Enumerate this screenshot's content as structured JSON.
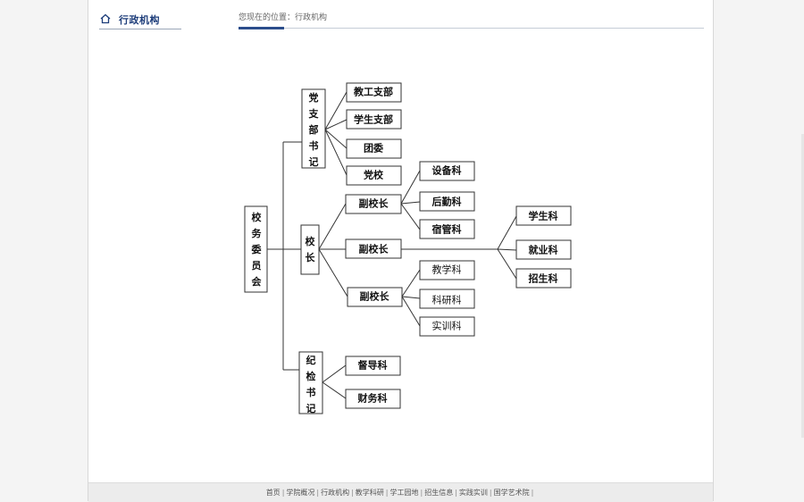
{
  "sidebar": {
    "title": "行政机构",
    "icon": "home-icon"
  },
  "breadcrumb": {
    "text": "您现在的位置：行政机构"
  },
  "org_chart": {
    "root": "校务委员会",
    "party_secretary": "党支部书记",
    "party_children": [
      "教工支部",
      "学生支部",
      "团委",
      "党校"
    ],
    "principal": "校长",
    "vice_principals": [
      "副校长",
      "副校长",
      "副校长"
    ],
    "vp1_children": [
      "设备科",
      "后勤科",
      "宿管科"
    ],
    "vp2_children": [
      "学生科",
      "就业科",
      "招生科"
    ],
    "vp3_children": [
      "教学科",
      "科研科",
      "实训科"
    ],
    "discipline_secretary": "纪检书记",
    "discipline_children": [
      "督导科",
      "财务科"
    ]
  },
  "footer": {
    "links": [
      "首页",
      "学院概况",
      "行政机构",
      "教学科研",
      "学工园地",
      "招生信息",
      "实践实训",
      "国学艺术院"
    ],
    "separator": "|"
  }
}
